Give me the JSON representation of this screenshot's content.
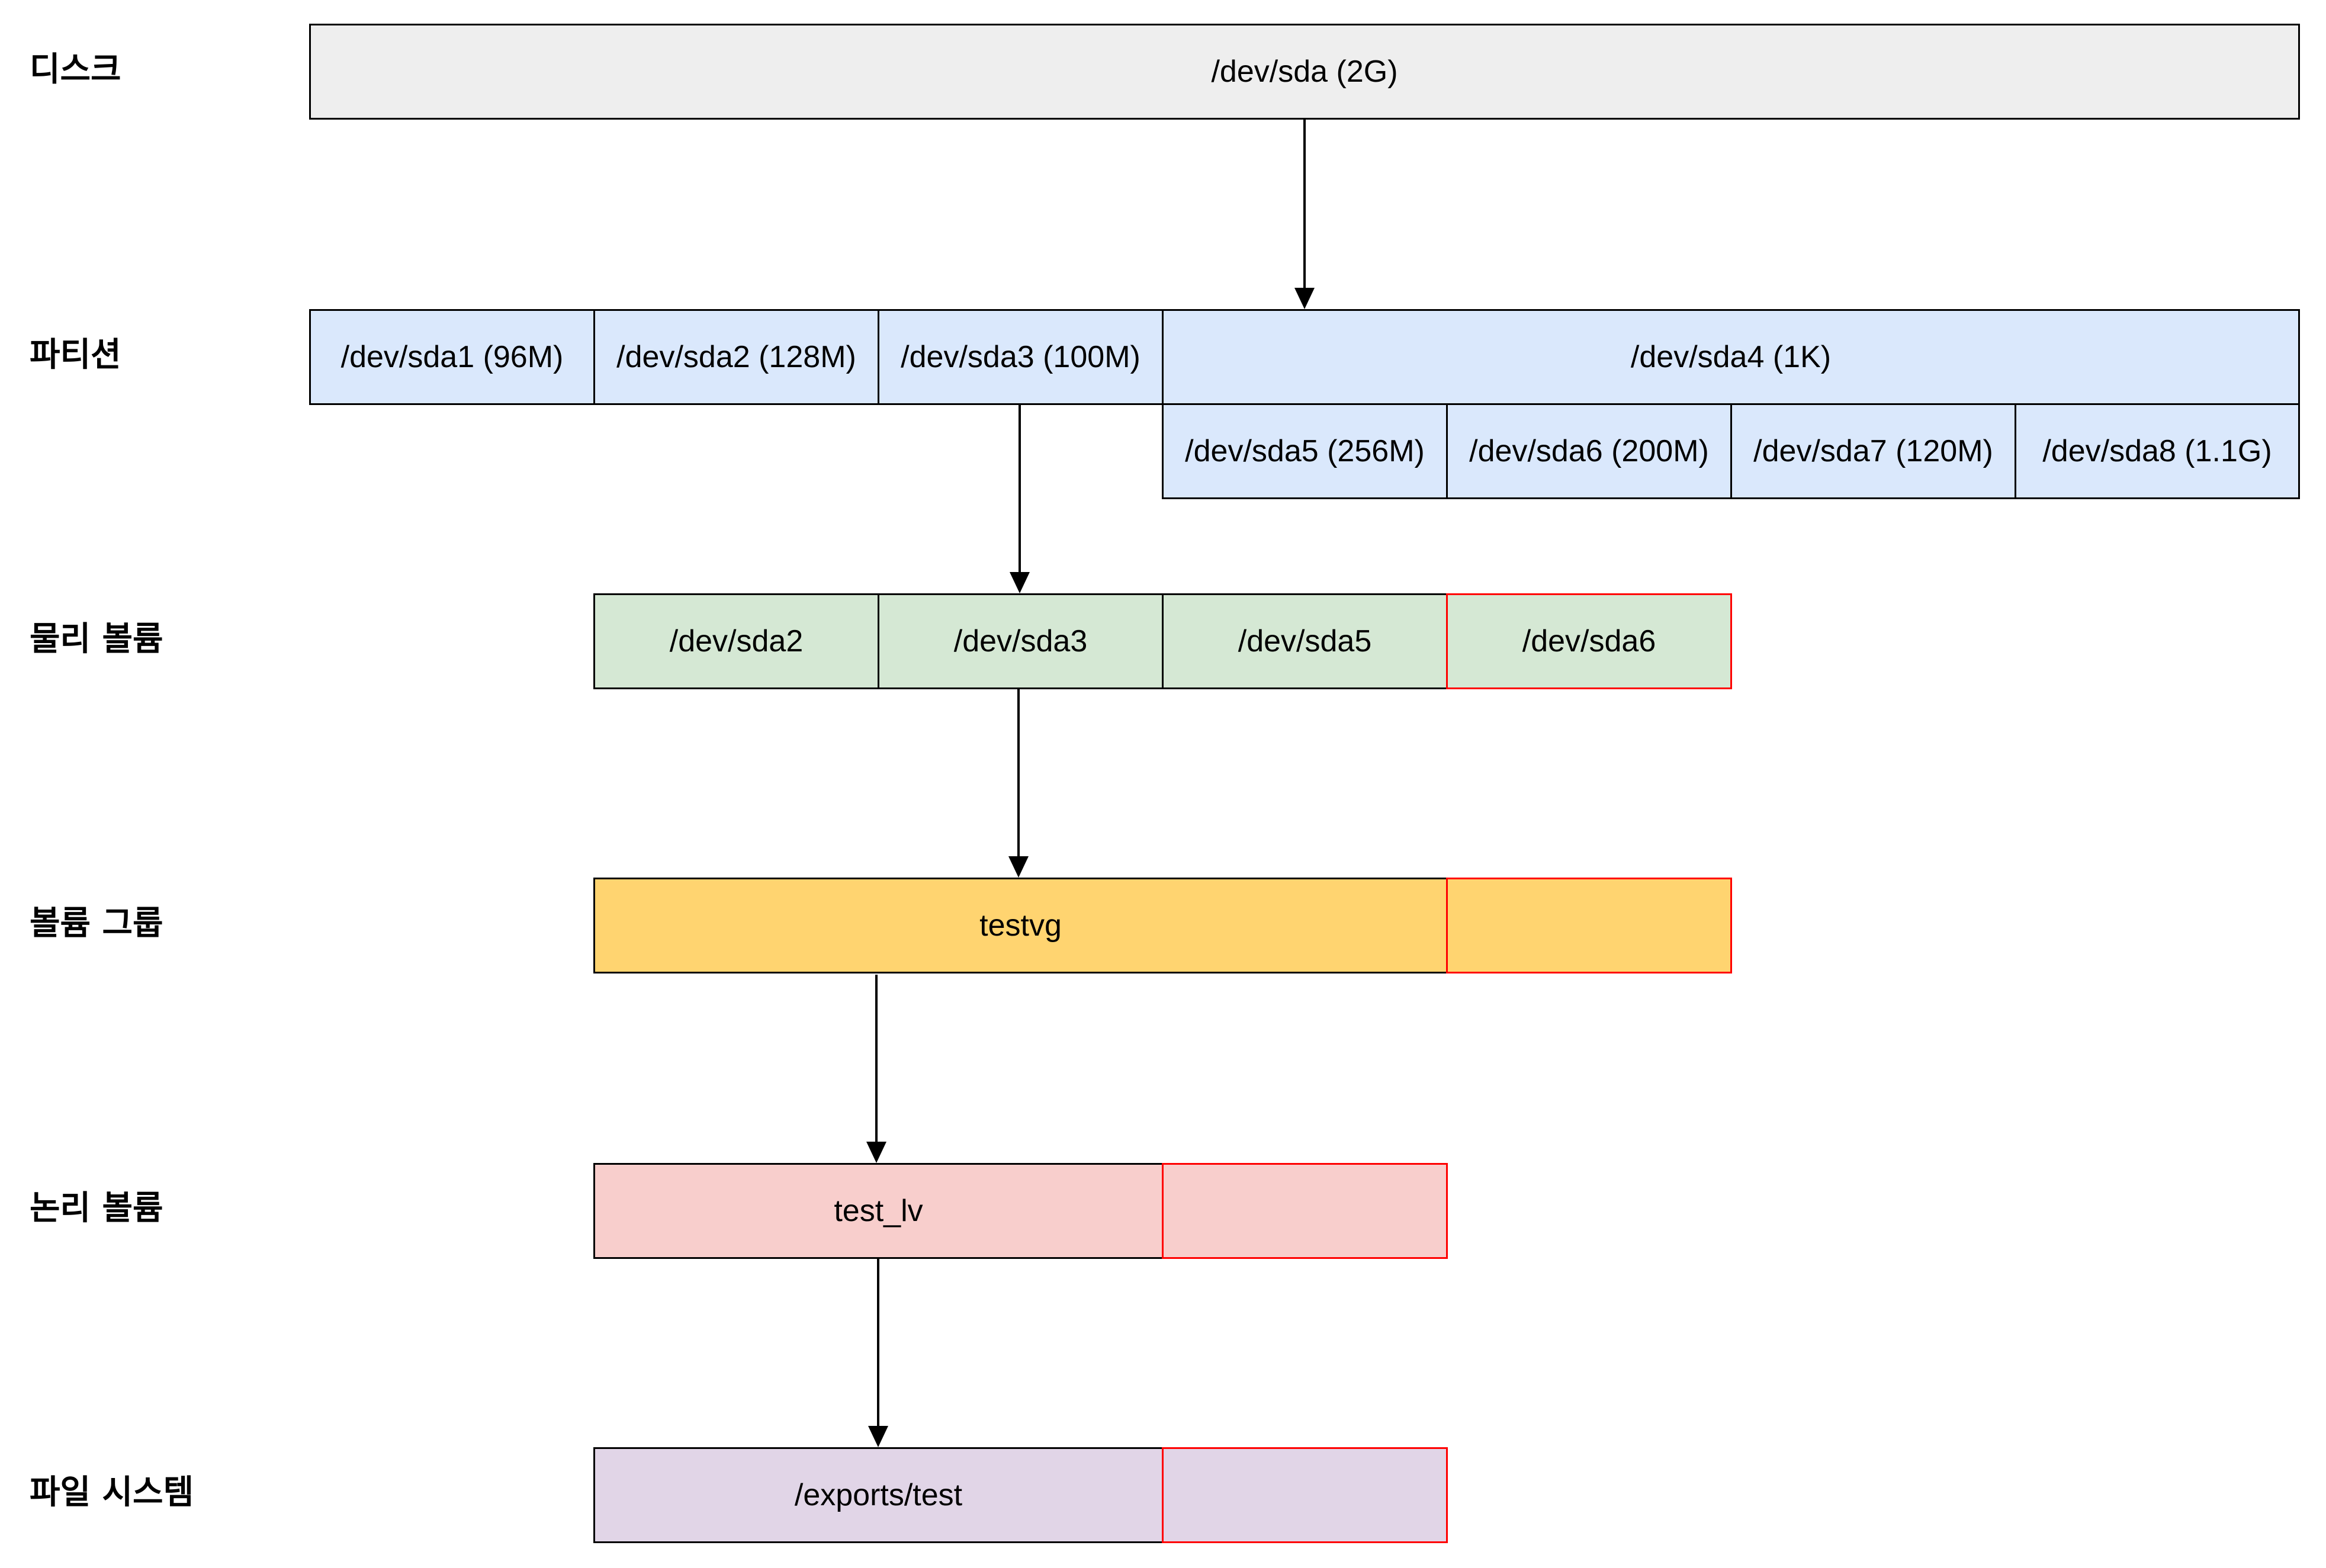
{
  "layers": {
    "disk": "디스크",
    "partition": "파티션",
    "physical_volume": "물리 볼륨",
    "volume_group": "볼륨 그룹",
    "logical_volume": "논리 볼륨",
    "file_system": "파일 시스템"
  },
  "disk": {
    "name": "/dev/sda (2G)"
  },
  "partitions": {
    "primary": [
      "/dev/sda1 (96M)",
      "/dev/sda2 (128M)",
      "/dev/sda3 (100M)"
    ],
    "extended": "/dev/sda4 (1K)",
    "logical": [
      "/dev/sda5 (256M)",
      "/dev/sda6 (200M)",
      "/dev/sda7 (120M)",
      "/dev/sda8 (1.1G)"
    ]
  },
  "physical_volumes": [
    "/dev/sda2",
    "/dev/sda3",
    "/dev/sda5",
    "/dev/sda6"
  ],
  "volume_group": {
    "name": "testvg",
    "extension": ""
  },
  "logical_volume": {
    "name": "test_lv",
    "extension": ""
  },
  "file_system": {
    "name": "/exports/test",
    "extension": ""
  },
  "colors": {
    "disk": "#eeeeee",
    "partition": "#dae8fc",
    "physical_volume": "#d5e8d4",
    "volume_group": "#ffd470",
    "logical_volume": "#f8cecc",
    "file_system": "#e1d5e7",
    "highlight_border": "#ff0000"
  }
}
